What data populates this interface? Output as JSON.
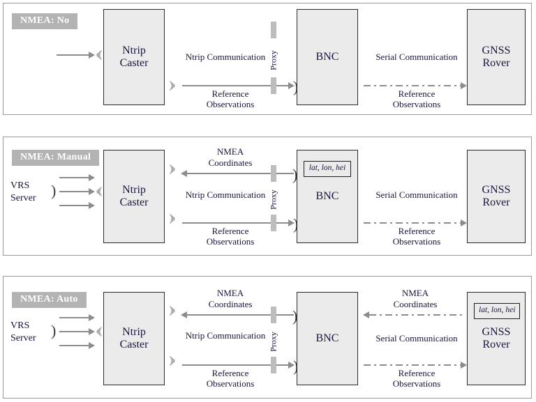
{
  "diagram": {
    "title": "NMEA handling modes between Ntrip Caster, BNC and GNSS Rover",
    "colors": {
      "badge_bg": "#b3b3b3",
      "badge_text": "#ffffff",
      "node_fill": "#ebebeb",
      "node_border": "#2a2a2a",
      "link": "#8c8c8c",
      "proxy": "#bdbdbd",
      "panel_border": "#9a9a9a"
    },
    "panels": [
      {
        "badge": "NMEA: No",
        "nodes": {
          "caster": {
            "line1": "Ntrip",
            "line2": "Caster"
          },
          "bnc": {
            "line1": "BNC",
            "line2": ""
          },
          "rover": {
            "line1": "GNSS",
            "line2": "Rover"
          }
        },
        "proxy_label": "Proxy",
        "chip_bnc": "",
        "chip_rover": "",
        "source_label": "",
        "labels": {
          "ntrip_comm": "Ntrip Communication",
          "serial_comm": "Serial Communication",
          "ref_obs_left": "Reference\nObservations",
          "ref_obs_right": "Reference\nObservations",
          "nmea_coords_left": "",
          "nmea_coords_right": ""
        }
      },
      {
        "badge": "NMEA: Manual",
        "nodes": {
          "caster": {
            "line1": "Ntrip",
            "line2": "Caster"
          },
          "bnc": {
            "line1": "BNC",
            "line2": ""
          },
          "rover": {
            "line1": "GNSS",
            "line2": "Rover"
          }
        },
        "proxy_label": "Proxy",
        "chip_bnc": "lat, lon, hei",
        "chip_rover": "",
        "source_label": "VRS\nServer",
        "labels": {
          "ntrip_comm": "Ntrip Communication",
          "serial_comm": "Serial Communication",
          "ref_obs_left": "Reference\nObservations",
          "ref_obs_right": "Reference\nObservations",
          "nmea_coords_left": "NMEA\nCoordinates",
          "nmea_coords_right": ""
        }
      },
      {
        "badge": "NMEA: Auto",
        "nodes": {
          "caster": {
            "line1": "Ntrip",
            "line2": "Caster"
          },
          "bnc": {
            "line1": "BNC",
            "line2": ""
          },
          "rover": {
            "line1": "GNSS",
            "line2": "Rover"
          }
        },
        "proxy_label": "Proxy",
        "chip_bnc": "",
        "chip_rover": "lat, lon, hei",
        "source_label": "VRS\nServer",
        "labels": {
          "ntrip_comm": "Ntrip Communication",
          "serial_comm": "Serial Communication",
          "ref_obs_left": "Reference\nObservations",
          "ref_obs_right": "Reference\nObservations",
          "nmea_coords_left": "NMEA\nCoordinates",
          "nmea_coords_right": "NMEA\nCoordinates"
        }
      }
    ]
  }
}
